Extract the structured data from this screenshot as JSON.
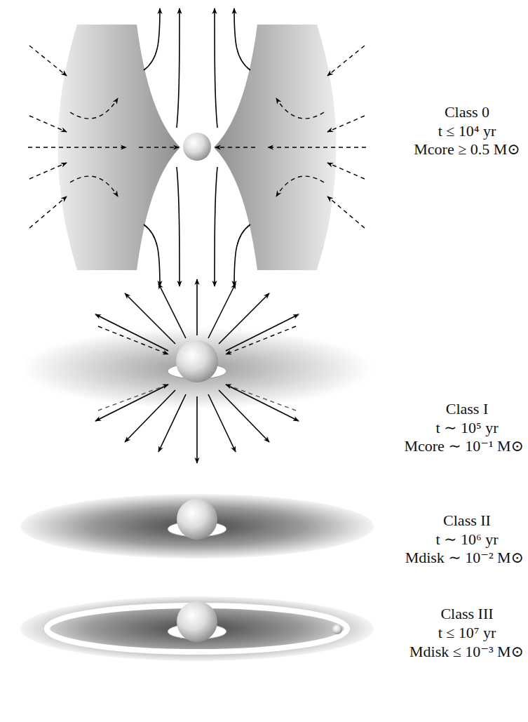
{
  "diagram": {
    "labels": [
      "Class 0",
      "t ≤ 10⁴ yr",
      "Mcore ≥ 0.5 M⊙",
      "Class I",
      "t ∼ 10⁵ yr",
      "Mcore ∼ 10⁻¹ M⊙",
      "Class II",
      "t ∼ 10⁶ yr",
      "Mdisk ∼ 10⁻² M⊙",
      "Class III",
      "t ≤ 10⁷ yr",
      "Mdisk ≤ 10⁻³ M⊙"
    ]
  }
}
